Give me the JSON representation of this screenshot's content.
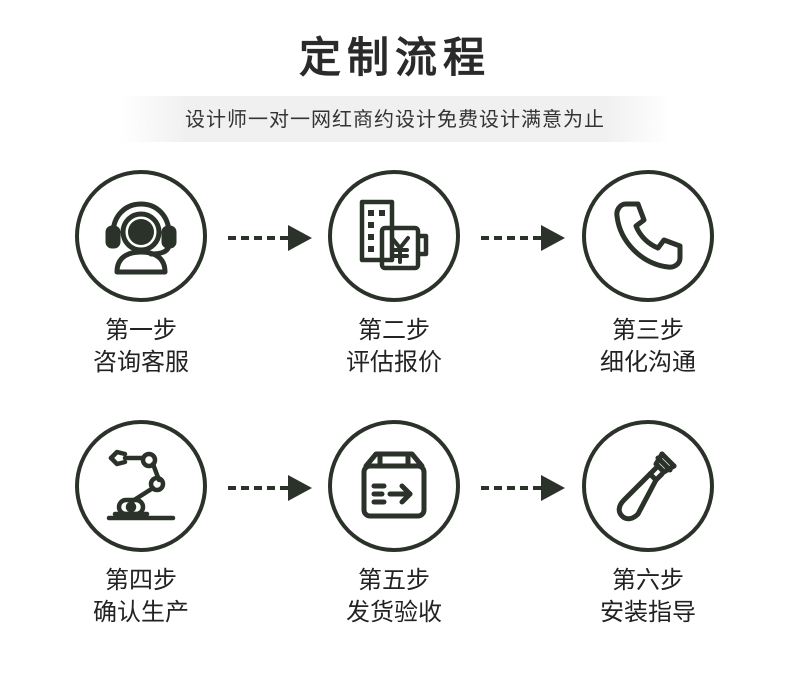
{
  "header": {
    "title": "定制流程",
    "subtitle": "设计师一对一网红商约设计免费设计满意为止"
  },
  "steps": [
    {
      "number": "第一步",
      "name": "咨询客服",
      "icon": "customer-service-headset-icon"
    },
    {
      "number": "第二步",
      "name": "评估报价",
      "icon": "building-price-icon"
    },
    {
      "number": "第三步",
      "name": "细化沟通",
      "icon": "phone-icon"
    },
    {
      "number": "第四步",
      "name": "确认生产",
      "icon": "robot-arm-icon"
    },
    {
      "number": "第五步",
      "name": "发货验收",
      "icon": "delivery-box-icon"
    },
    {
      "number": "第六步",
      "name": "安装指导",
      "icon": "screwdriver-icon"
    }
  ],
  "colors": {
    "accent": "#2a3229",
    "text": "#222222"
  }
}
